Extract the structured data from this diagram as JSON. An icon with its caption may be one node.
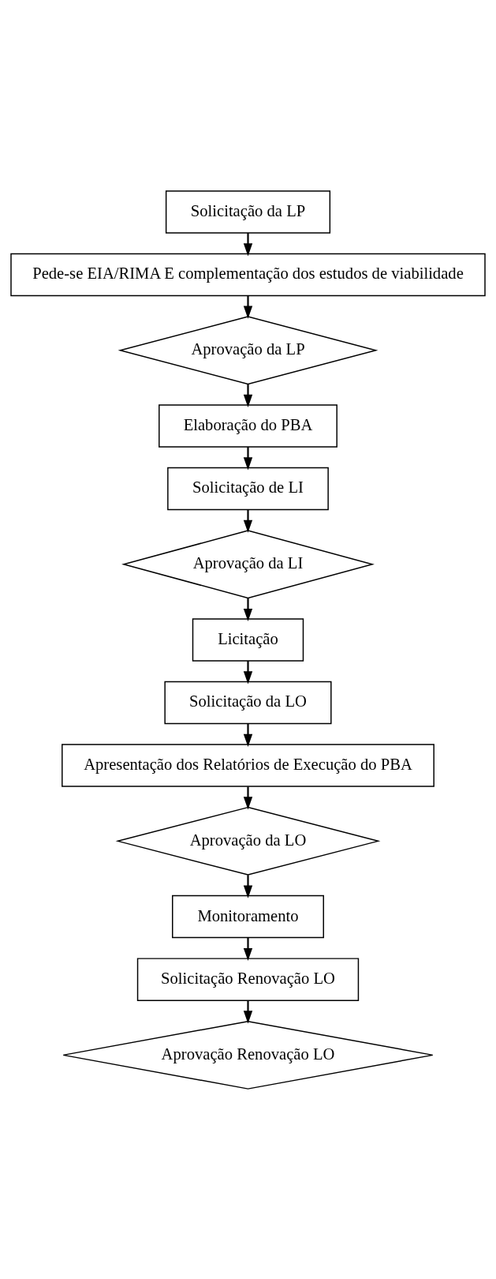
{
  "diagram": {
    "nodes": [
      {
        "text": [
          "Solicitação da LP"
        ]
      },
      {
        "text": [
          "Pede-se EIA/RIMA E complementação dos estudos de viabilidade"
        ]
      },
      {
        "text": [
          "Aprovação da LP"
        ]
      },
      {
        "text": [
          "Elaboração do PBA"
        ]
      },
      {
        "text": [
          "Solicitação de LI"
        ]
      },
      {
        "text": [
          "Aprovação da LI"
        ]
      },
      {
        "text": [
          "Licitação"
        ]
      },
      {
        "text": [
          "Solicitação da LO"
        ]
      },
      {
        "text": [
          "Apresentação dos Relatórios de Execução do PBA"
        ]
      },
      {
        "text": [
          "Aprovação da LO"
        ]
      },
      {
        "text": [
          "Monitoramento"
        ]
      },
      {
        "text": [
          "Solicitação Renovação LO"
        ]
      },
      {
        "text": [
          "Aprovação Renovação LO"
        ]
      }
    ],
    "edges": [
      {
        "from": 0,
        "to": 1,
        "arrow": "to"
      },
      {
        "from": 1,
        "to": 2,
        "arrow": "to"
      },
      {
        "from": 2,
        "to": 3,
        "arrow": "to"
      },
      {
        "from": 3,
        "to": 4,
        "arrow": "to"
      },
      {
        "from": 4,
        "to": 5,
        "arrow": "to"
      },
      {
        "from": 5,
        "to": 6,
        "arrow": "to"
      },
      {
        "from": 6,
        "to": 7,
        "arrow": "to"
      },
      {
        "from": 7,
        "to": 8,
        "arrow": "to"
      },
      {
        "from": 8,
        "to": 9,
        "arrow": "to"
      },
      {
        "from": 9,
        "to": 10,
        "arrow": "to"
      },
      {
        "from": 10,
        "to": 11,
        "arrow": "to"
      },
      {
        "from": 11,
        "to": 12,
        "arrow": "to"
      }
    ]
  }
}
